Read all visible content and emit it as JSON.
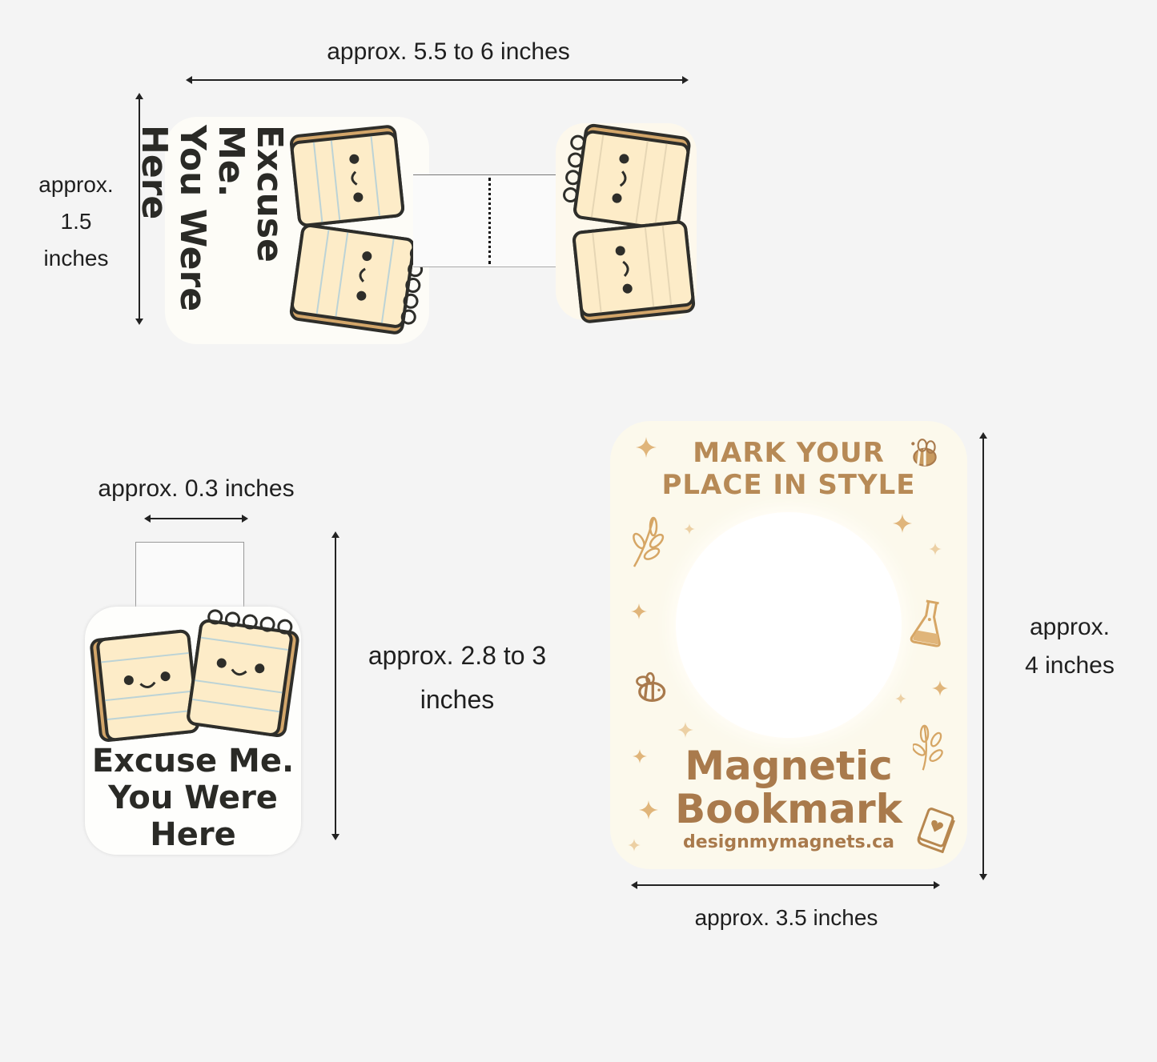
{
  "top_product": {
    "width_label": "approx. 5.5 to 6 inches",
    "height_label_lines": [
      "approx.",
      "1.5",
      "inches"
    ],
    "sticker_text_lines": [
      "Excuse Me.",
      "You Were",
      "Here"
    ]
  },
  "bottom_left_product": {
    "tab_width_label": "approx. 0.3 inches",
    "height_label_lines": [
      "approx. 2.8 to 3",
      "inches"
    ],
    "sticker_text_lines": [
      "Excuse Me.",
      "You Were",
      "Here"
    ]
  },
  "packaging_card": {
    "tagline_lines": [
      "MARK YOUR",
      "PLACE IN STYLE"
    ],
    "title_lines": [
      "Magnetic",
      "Bookmark"
    ],
    "website": "designmymagnets.ca",
    "height_label_lines": [
      "approx.",
      "4 inches"
    ],
    "width_label": "approx. 3.5 inches",
    "icons": [
      "sparkle-icon",
      "bee-icon",
      "leaf-icon",
      "flask-icon",
      "book-heart-icon"
    ]
  },
  "colors": {
    "background": "#f4f4f4",
    "card_bg": "#fcf9ec",
    "card_text": "#a97a4c",
    "notebook_paper": "#fdecc8",
    "notebook_outline": "#2e2e2a",
    "notebook_edge": "#d3a66a",
    "paper_lines": "#bcd3d6"
  }
}
